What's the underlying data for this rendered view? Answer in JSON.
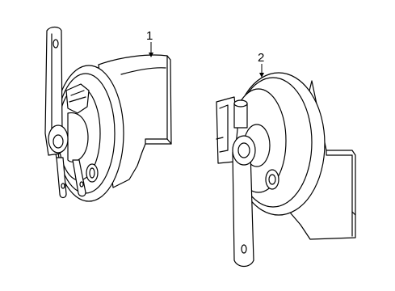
{
  "callouts": [
    {
      "label": "1",
      "part": "horn"
    },
    {
      "label": "2",
      "part": "horn"
    }
  ]
}
